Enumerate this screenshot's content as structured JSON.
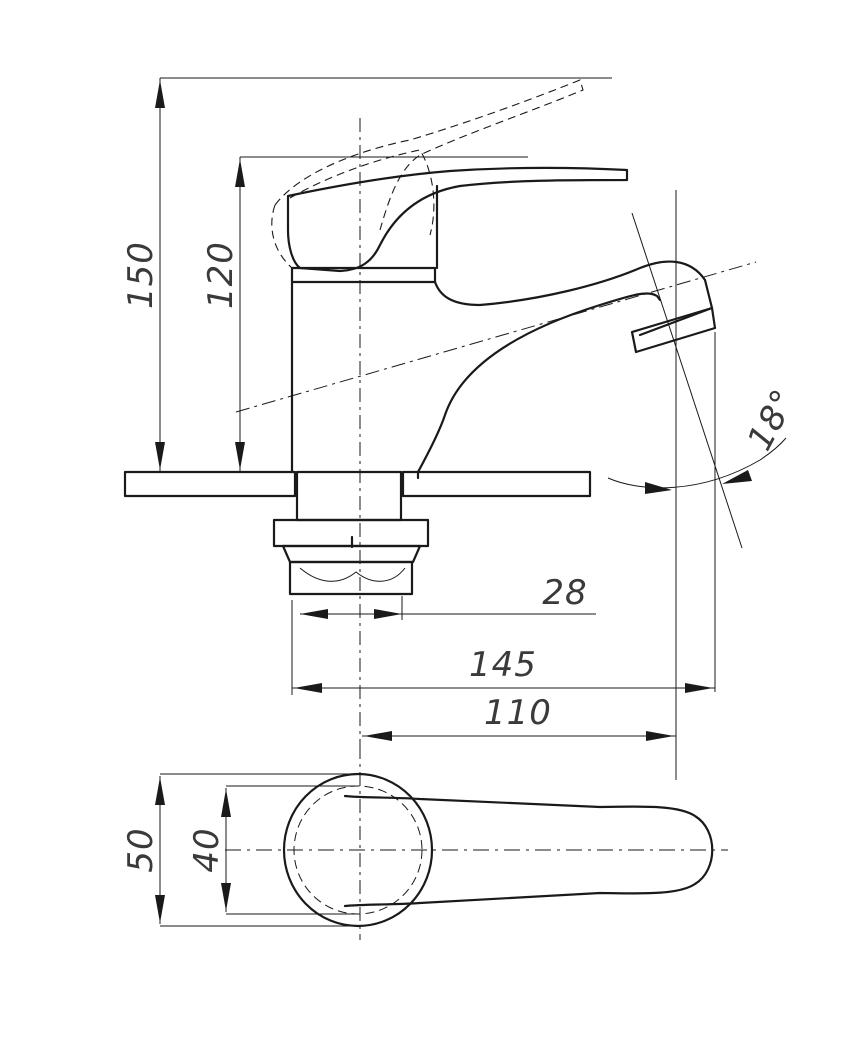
{
  "dimensions": {
    "overall_height": "150",
    "lever_height": "120",
    "thread": "28",
    "overall_length": "145",
    "spout_reach": "110",
    "lever_width": "50",
    "base_diameter": "40",
    "spout_angle": "18°"
  },
  "colors": {
    "line": "#1a1a1a",
    "text": "#3a3a3a",
    "background": "#ffffff"
  }
}
